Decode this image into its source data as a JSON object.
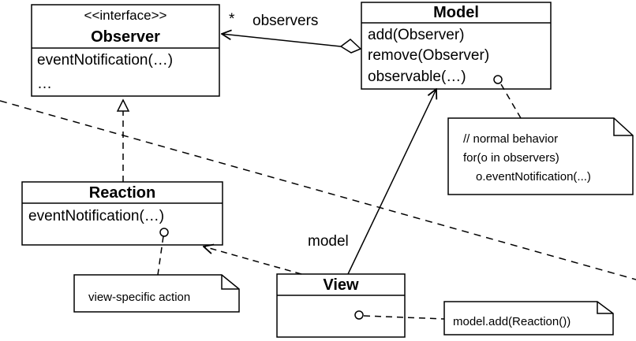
{
  "classes": {
    "observer": {
      "stereotype": "<<interface>>",
      "name": "Observer",
      "members": [
        "eventNotification(…)",
        "…"
      ]
    },
    "model": {
      "name": "Model",
      "members": [
        "add(Observer)",
        "remove(Observer)",
        "observable(…)"
      ]
    },
    "reaction": {
      "name": "Reaction",
      "members": [
        "eventNotification(…)"
      ]
    },
    "view": {
      "name": "View",
      "members": []
    }
  },
  "associations": {
    "observers": {
      "role": "observers",
      "multiplicity": "*"
    },
    "model": {
      "role": "model"
    }
  },
  "notes": {
    "model_note": [
      "// normal behavior",
      "for(o in observers)",
      "o.eventNotification(...)"
    ],
    "reaction_note": [
      "view-specific action"
    ],
    "view_note": [
      "model.add(Reaction())"
    ]
  }
}
